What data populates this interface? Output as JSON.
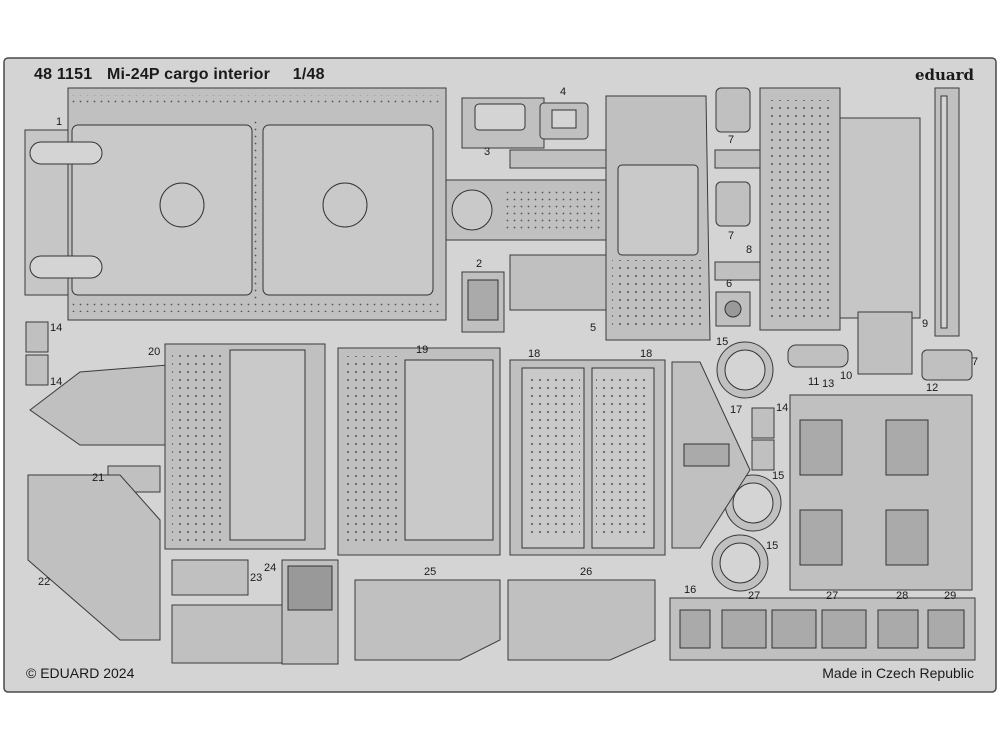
{
  "sheet": {
    "product_number": "48 1151",
    "title": "Mi-24P cargo interior",
    "scale": "1/48",
    "brand": "eduard",
    "copyright": "© EDUARD 2024",
    "origin": "Made in Czech Republic",
    "colors": {
      "fret": "#d4d4d4",
      "part": "#bdbdbd",
      "outline": "#3a3a3a",
      "hole": "#c9c9c9"
    }
  },
  "parts": [
    {
      "id": "p1",
      "label": "1"
    },
    {
      "id": "p2",
      "label": "2"
    },
    {
      "id": "p3",
      "label": "3"
    },
    {
      "id": "p4",
      "label": "4"
    },
    {
      "id": "p5",
      "label": "5"
    },
    {
      "id": "p6",
      "label": "6"
    },
    {
      "id": "p7a",
      "label": "7"
    },
    {
      "id": "p7b",
      "label": "7"
    },
    {
      "id": "p7c",
      "label": "7"
    },
    {
      "id": "p8",
      "label": "8"
    },
    {
      "id": "p9",
      "label": "9"
    },
    {
      "id": "p10",
      "label": "10"
    },
    {
      "id": "p11",
      "label": "11"
    },
    {
      "id": "p12",
      "label": "12"
    },
    {
      "id": "p13",
      "label": "13"
    },
    {
      "id": "p14a",
      "label": "14"
    },
    {
      "id": "p14b",
      "label": "14"
    },
    {
      "id": "p14c",
      "label": "14"
    },
    {
      "id": "p15a",
      "label": "15"
    },
    {
      "id": "p15b",
      "label": "15"
    },
    {
      "id": "p15c",
      "label": "15"
    },
    {
      "id": "p16",
      "label": "16"
    },
    {
      "id": "p17",
      "label": "17"
    },
    {
      "id": "p18a",
      "label": "18"
    },
    {
      "id": "p18b",
      "label": "18"
    },
    {
      "id": "p19",
      "label": "19"
    },
    {
      "id": "p20",
      "label": "20"
    },
    {
      "id": "p21",
      "label": "21"
    },
    {
      "id": "p22",
      "label": "22"
    },
    {
      "id": "p23",
      "label": "23"
    },
    {
      "id": "p24",
      "label": "24"
    },
    {
      "id": "p25",
      "label": "25"
    },
    {
      "id": "p26",
      "label": "26"
    },
    {
      "id": "p27a",
      "label": "27"
    },
    {
      "id": "p27b",
      "label": "27"
    },
    {
      "id": "p28",
      "label": "28"
    },
    {
      "id": "p29",
      "label": "29"
    }
  ]
}
